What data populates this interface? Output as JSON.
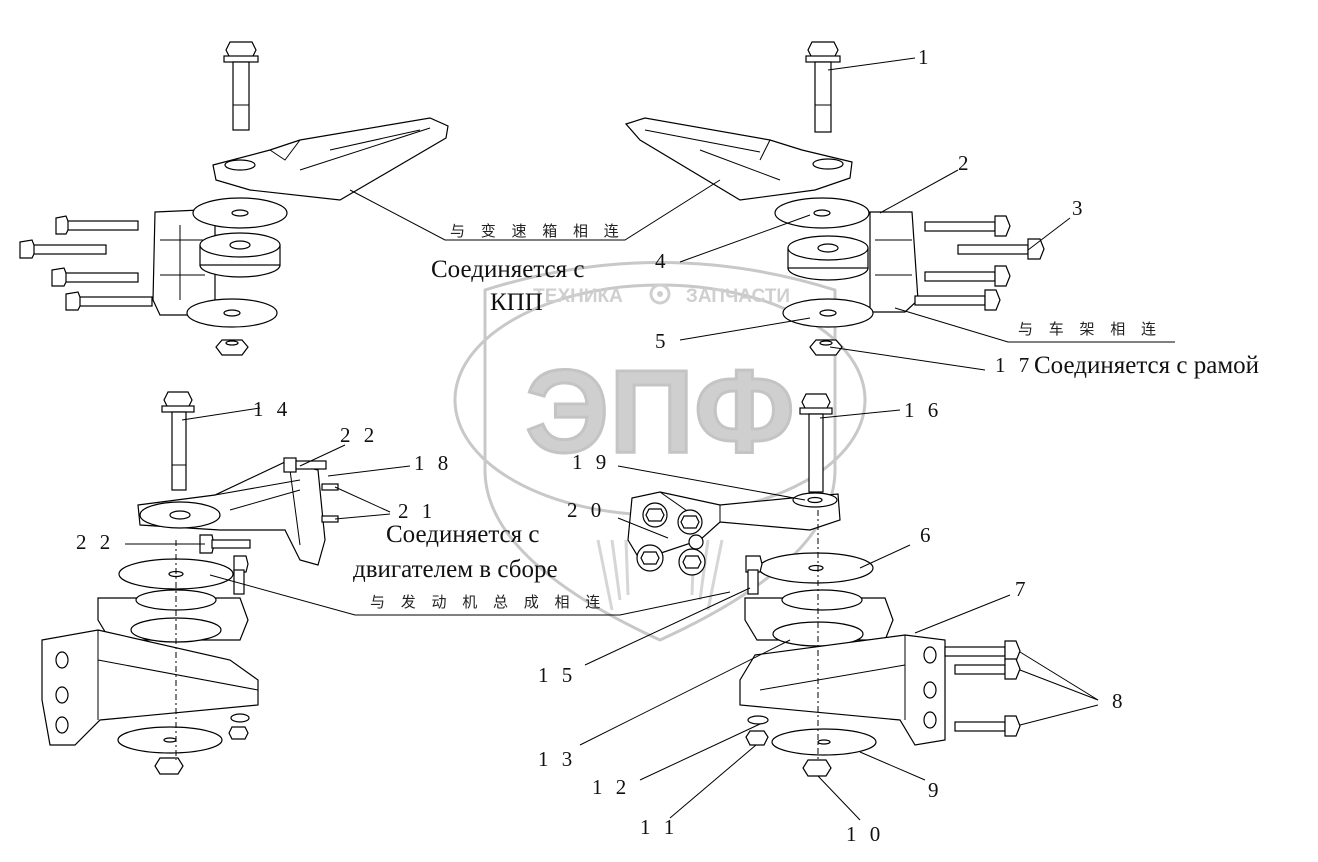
{
  "watermark": {
    "brand_big": "ЭПФ",
    "brand_left": "ТЕХНИКА",
    "brand_right": "ЗАПЧАСТИ"
  },
  "callouts": {
    "c1": "1",
    "c2": "2",
    "c3": "3",
    "c4": "4",
    "c5": "5",
    "c6": "6",
    "c7": "7",
    "c8": "8",
    "c9": "9",
    "c10": "1 0",
    "c11": "1 1",
    "c12": "1 2",
    "c13": "1 3",
    "c14": "1 4",
    "c15": "1 5",
    "c16": "1 6",
    "c17": "1 7",
    "c18": "1 8",
    "c19": "1 9",
    "c20": "2 0",
    "c21": "2 1",
    "c22a": "2 2",
    "c22b": "2 2"
  },
  "annotations": {
    "gearbox_cn": "与 变 速 箱 相 连",
    "gearbox_ru_line1": "Соединяется с",
    "gearbox_ru_line2": "КПП",
    "frame_cn": "与 车 架 相 连",
    "frame_ru": "Соединяется с рамой",
    "engine_cn": "与 发 动 机 总 成 相 连",
    "engine_ru_line1": "Соединяется с",
    "engine_ru_line2": "двигателем в сборе"
  }
}
